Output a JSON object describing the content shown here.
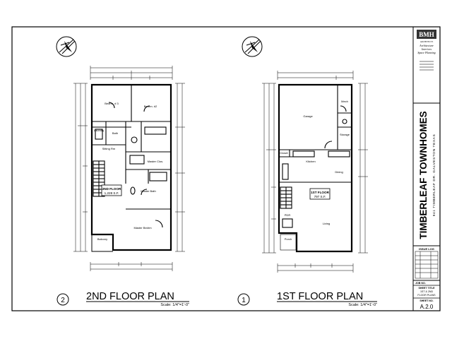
{
  "sheet": {
    "firm": {
      "logo": "BMH",
      "tagline": "ARCHITECTS",
      "services": [
        "Architecture",
        "Interiors",
        "Space Planning"
      ]
    },
    "project": {
      "name": "TIMBERLEAF TOWNHOMES",
      "address": "941 TIMBERLEAF DR. GALVESTON TEXAS"
    },
    "issue_log_label": "ISSUE LOG",
    "job_no_label": "JOB NO.",
    "sheet_title_label": "SHEET TITLE",
    "sheet_title_lines": [
      "1ST & 2ND",
      "FLOOR PLANS"
    ],
    "sheet_no_label": "SHEET NO.",
    "sheet_no": "A.2.0"
  },
  "plans": [
    {
      "number": "2",
      "title": "2ND FLOOR PLAN",
      "scale": "Scale: 1/4\"=1'-0\"",
      "area_label": "2ND FLOOR",
      "area_value": "1,228 S.F."
    },
    {
      "number": "1",
      "title": "1ST FLOOR PLAN",
      "scale": "Scale: 1/4\"=1'-0\"",
      "area_label": "1ST FLOOR",
      "area_value": "797 S.F."
    }
  ],
  "rooms_2nd": {
    "bedroom3": "Bedrm. # 3",
    "bedroom2": "Bedrm. #2",
    "laundry": "Laundry",
    "bath": "Bath",
    "sitting": "Sitting Rm",
    "master_closet": "Master Clos.",
    "master_bath": "Master Bath",
    "master_bedroom": "Master Bedrm",
    "balcony": "Balcony"
  },
  "rooms_1st": {
    "garage": "Garage",
    "mech": "Mech",
    "storage": "Storage",
    "closet": "Closet",
    "kitchen": "Kitchen",
    "dining": "Dining",
    "living": "Living",
    "porch": "Porch",
    "pdr": "PDR"
  }
}
